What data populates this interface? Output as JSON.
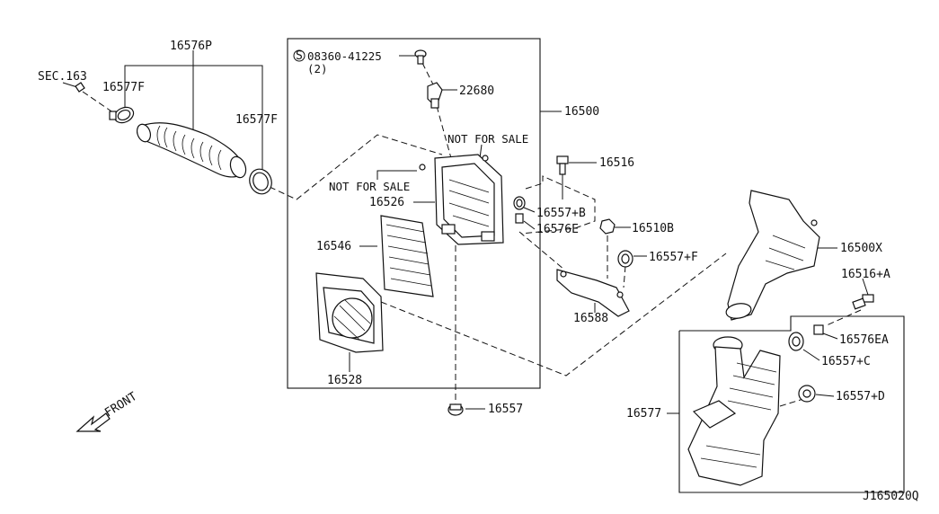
{
  "labels": {
    "sec163": "SEC.163",
    "p16576P": "16576P",
    "p16577F_a": "16577F",
    "p16577F_b": "16577F",
    "bolt_code": "08360-41225",
    "bolt_qty": "(2)",
    "p22680": "22680",
    "p16500": "16500",
    "nfs_a": "NOT FOR SALE",
    "nfs_b": "NOT FOR SALE",
    "p16526": "16526",
    "p16516": "16516",
    "p16557B": "16557+B",
    "p16576E": "16576E",
    "p16510B": "16510B",
    "p16546": "16546",
    "p16557F": "16557+F",
    "p16500X": "16500X",
    "p16516A": "16516+A",
    "p16588": "16588",
    "p16576EA": "16576EA",
    "p16557C": "16557+C",
    "p16528": "16528",
    "p16557D": "16557+D",
    "p16557": "16557",
    "p16577": "16577",
    "front": "FRONT",
    "diagram_id": "J165020Q"
  }
}
